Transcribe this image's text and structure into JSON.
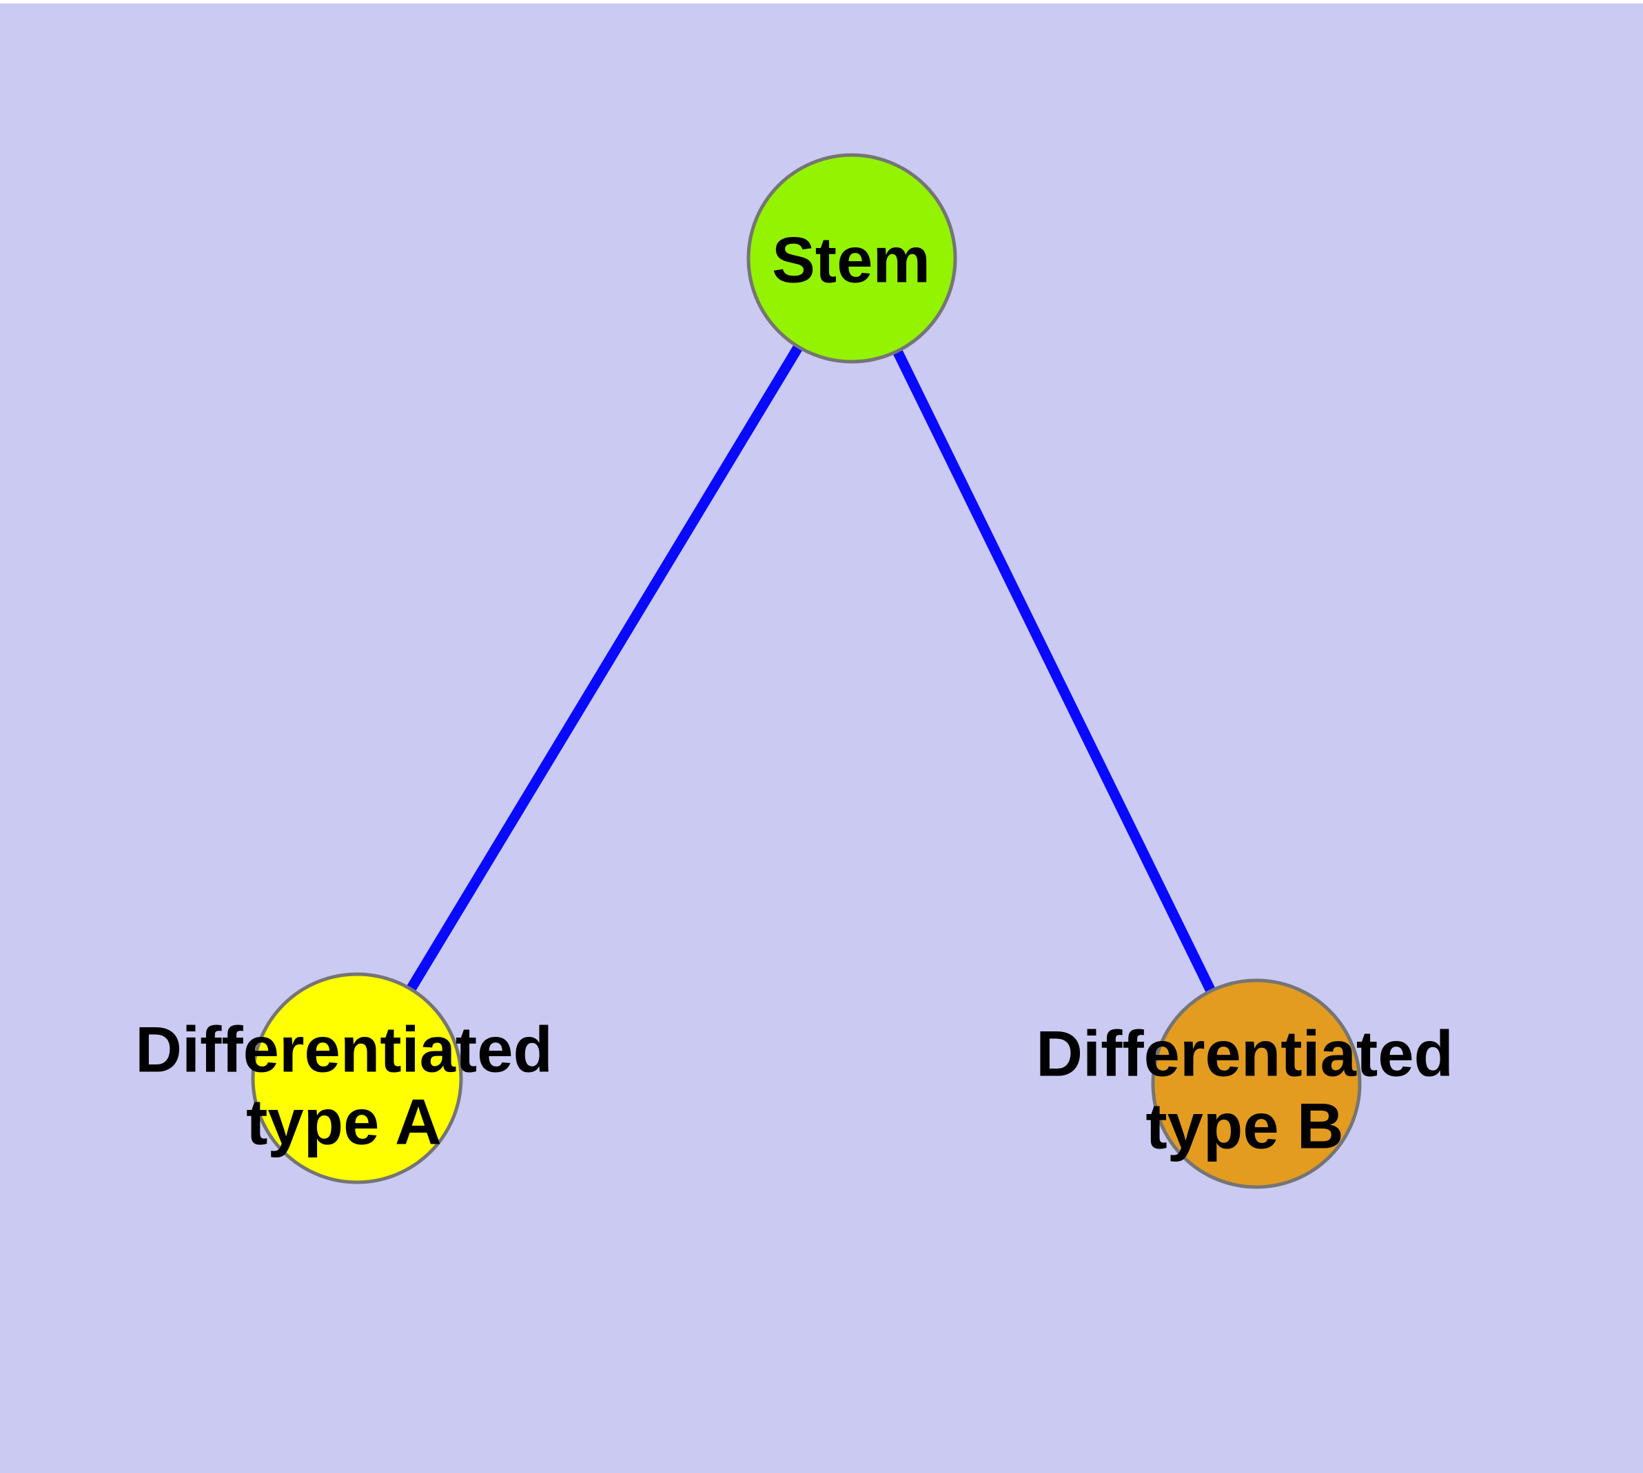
{
  "diagram": {
    "nodes": [
      {
        "id": "stem",
        "label": "Stem",
        "color": "#93F300"
      },
      {
        "id": "type-a",
        "label_line1": "Differentiated",
        "label_line2": "type A",
        "color": "#FFFF00"
      },
      {
        "id": "type-b",
        "label_line1": "Differentiated",
        "label_line2": "type B",
        "color": "#E39C1F"
      }
    ],
    "edges": [
      {
        "from": "Stem",
        "to": "Differentiated type A"
      },
      {
        "from": "Stem",
        "to": "Differentiated type B"
      }
    ],
    "colors": {
      "background": "#CACAF2",
      "top_margin": "#FFFFFF",
      "edge": "#0909FF",
      "node_border": "#757575",
      "label_text": "#000000"
    }
  }
}
